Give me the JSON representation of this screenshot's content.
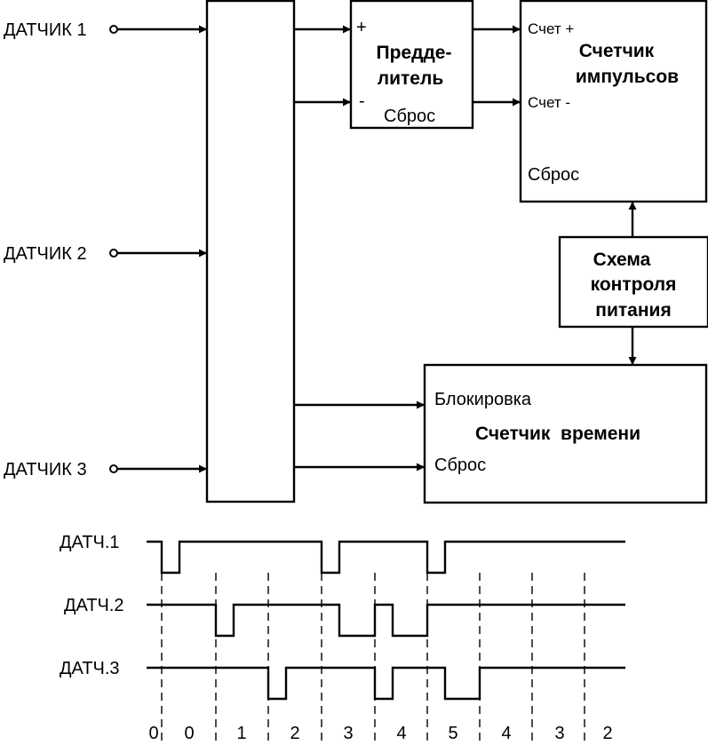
{
  "inputs": [
    "ДАТЧИК 1",
    "ДАТЧИК 2",
    "ДАТЧИК 3"
  ],
  "prescaler": {
    "title_lines": [
      "Предде-",
      "литель"
    ],
    "plus": "+",
    "minus": "-",
    "reset": "Сброс"
  },
  "pulse_counter": {
    "title_lines": [
      "Счетчик",
      "импульсов"
    ],
    "count_up": "Счет +",
    "count_down": "Счет -",
    "reset": "Сброс"
  },
  "power_monitor": {
    "title_lines": [
      "Схема",
      "контроля",
      "питания"
    ]
  },
  "time_counter": {
    "title": "Счетчик  времени",
    "block": "Блокировка",
    "reset": "Сброс"
  },
  "timing": {
    "signals": [
      {
        "label": "ДАТЧ.1",
        "pulses": [
          [
            0,
            1
          ],
          [
            6,
            7
          ],
          [
            10,
            11
          ]
        ]
      },
      {
        "label": "ДАТЧ.2",
        "pulses": [
          [
            2,
            3
          ],
          [
            7,
            8
          ],
          [
            9,
            10
          ]
        ]
      },
      {
        "label": "ДАТЧ.3",
        "pulses": [
          [
            4,
            5
          ],
          [
            8,
            9
          ],
          [
            11,
            12
          ]
        ]
      }
    ],
    "states": [
      "0",
      "0",
      "1",
      "2",
      "3",
      "4",
      "5",
      "4",
      "3",
      "2"
    ]
  }
}
